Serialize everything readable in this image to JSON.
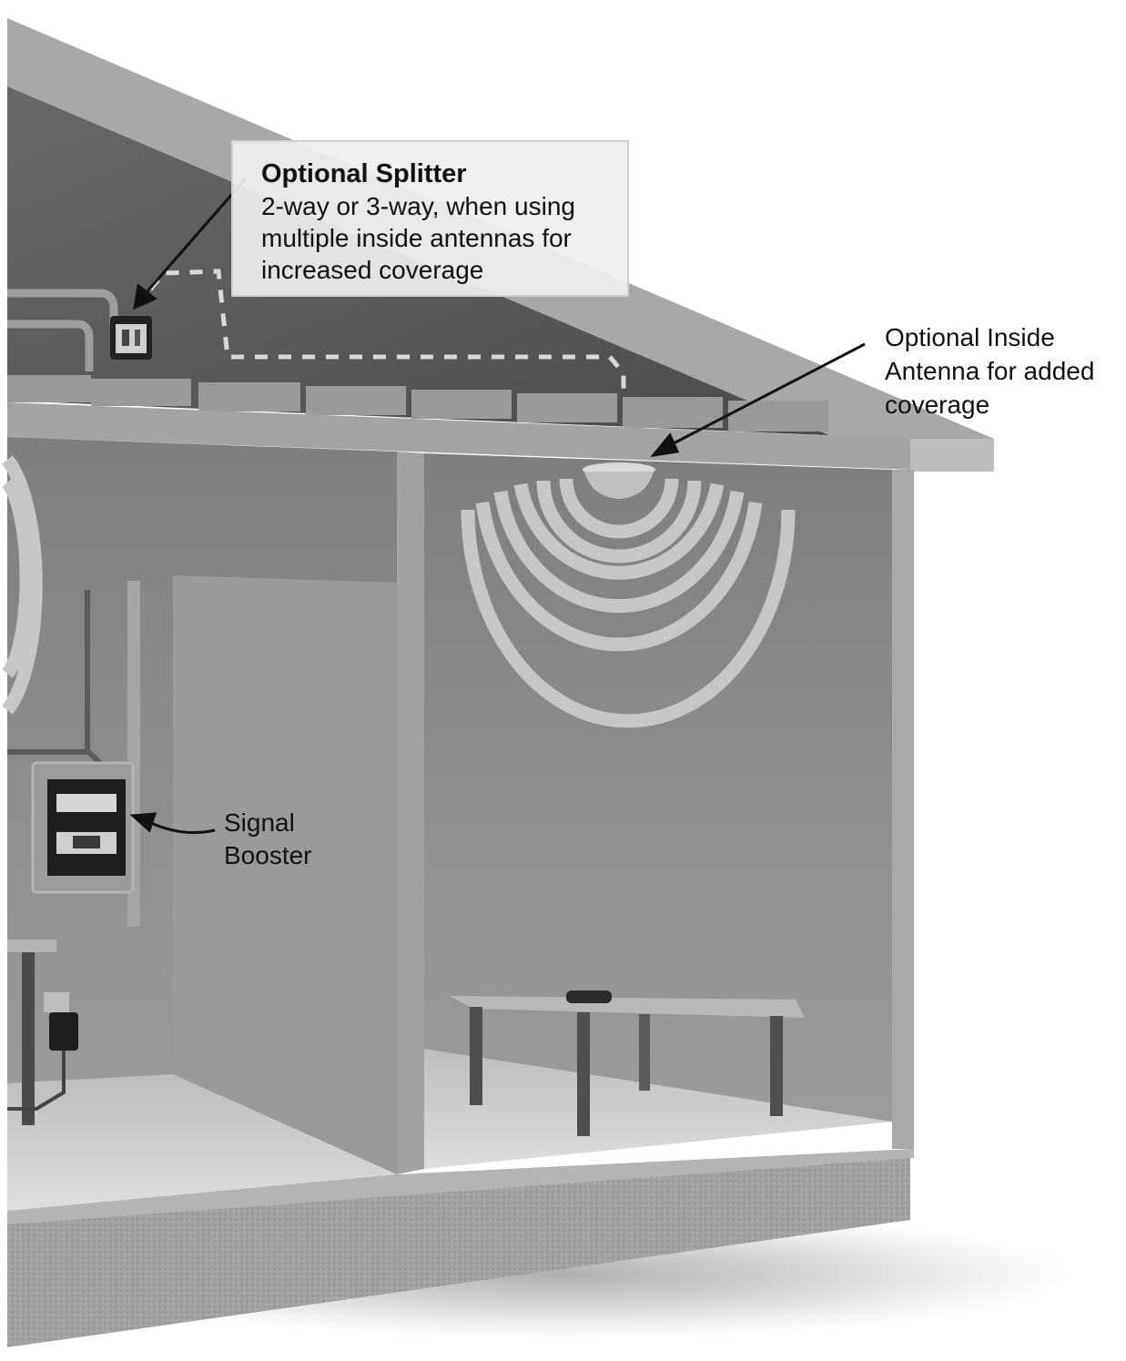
{
  "callouts": {
    "splitter": {
      "title": "Optional Splitter",
      "description": "2-way or 3-way, when using multiple inside antennas for increased coverage"
    },
    "inside_antenna": {
      "label": "Optional Inside Antenna for added coverage"
    },
    "signal_booster": {
      "label": "Signal Booster"
    }
  },
  "colors": {
    "background": "#ffffff",
    "wall": "#8f8f8f",
    "attic": "#5a5a5a",
    "roof": "#a6a6a6",
    "floor": "#cdcdcd",
    "signal_rings": "#c4c4c4",
    "foundation": "#9c9c9c"
  }
}
